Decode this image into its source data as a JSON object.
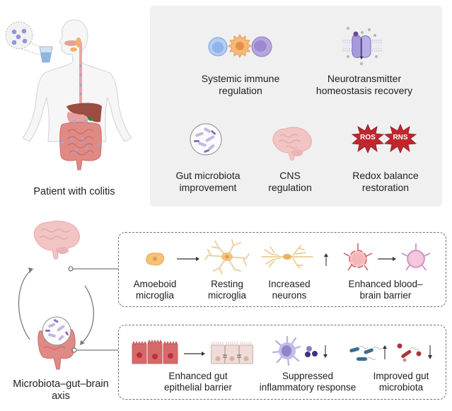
{
  "patient": {
    "label": "Patient with colitis"
  },
  "effects_panel": {
    "background": "#f0f0f0",
    "items": [
      {
        "id": "immune",
        "label_line1": "Systemic immune",
        "label_line2": "regulation",
        "icon": "immune-cells-icon"
      },
      {
        "id": "neuro",
        "label_line1": "Neurotransmitter",
        "label_line2": "homeostasis recovery",
        "icon": "membrane-transporter-icon"
      },
      {
        "id": "microbiota",
        "label_line1": "Gut microbiota",
        "label_line2": "improvement",
        "icon": "bacteria-petri-icon"
      },
      {
        "id": "cns",
        "label_line1": "CNS",
        "label_line2": "regulation",
        "icon": "brain-icon"
      },
      {
        "id": "redox",
        "label_line1": "Redox balance",
        "label_line2": "restoration",
        "icon": "ros-rns-burst-icon"
      }
    ],
    "redox_badges": [
      "ROS",
      "RNS"
    ],
    "redox_color": "#c0272d"
  },
  "axis": {
    "label_line1": "Microbiota–gut–brain",
    "label_line2": "axis"
  },
  "brain_box": {
    "items": [
      {
        "label_line1": "Amoeboid",
        "label_line2": "microglia"
      },
      {
        "label_line1": "Resting",
        "label_line2": "microglia"
      },
      {
        "label_line1": "Increased",
        "label_line2": "neurons",
        "trend": "up"
      },
      {
        "label_line1": "Enhanced blood–",
        "label_line2": "brain barrier"
      }
    ]
  },
  "gut_box": {
    "items": [
      {
        "label_line1": "Enhanced gut",
        "label_line2": "epithelial barrier"
      },
      {
        "label_line1": "Suppressed",
        "label_line2": "inflammatory response",
        "trend": "down"
      },
      {
        "label_line1": "Improved gut",
        "label_line2": "microbiota",
        "trends": [
          "up",
          "down"
        ]
      }
    ]
  },
  "colors": {
    "brain_pink": "#f2c4c4",
    "gut_red": "#d9777a",
    "microglia_orange": "#f5c27a",
    "neuron_yellow": "#e8c47a",
    "immune_blue": "#a9c6f0",
    "immune_purple": "#b7a6de",
    "bacteria_blue": "#3a6f92",
    "bacteria_red": "#a8353a"
  }
}
